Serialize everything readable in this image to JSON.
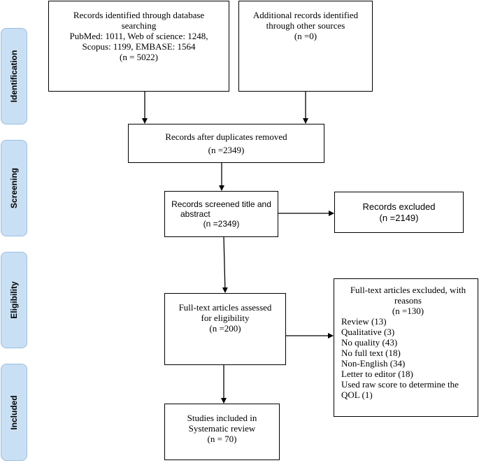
{
  "phases": {
    "identification": "Identification",
    "screening": "Screening",
    "eligibility": "Eligibility",
    "included": "Included"
  },
  "boxes": {
    "database_records": {
      "lines": [
        "Records identified through database",
        "searching",
        "PubMed: 1011, Web of science: 1248,",
        "Scopus: 1199, EMBASE: 1564",
        "(n = 5022)"
      ]
    },
    "other_records": {
      "lines": [
        "Additional records identified",
        "through other sources",
        "(n =0)"
      ]
    },
    "after_duplicates": {
      "lines": [
        "Records after duplicates removed",
        "(n =2349)"
      ]
    },
    "screened": {
      "lines": [
        "Records screened title and",
        "abstract",
        "(n =2349)"
      ]
    },
    "excluded": {
      "lines": [
        "Records excluded",
        "(n =2149)"
      ]
    },
    "fulltext_assessed": {
      "lines": [
        "Full-text articles assessed",
        "for eligibility",
        "(n =200)"
      ]
    },
    "fulltext_excluded": {
      "header": [
        "Full-text articles excluded, with",
        "reasons",
        "(n =130)"
      ],
      "reasons": [
        "Review (13)",
        "Qualitative (3)",
        "No quality (43)",
        "No full text (18)",
        "Non-English (34)",
        "Letter to editor (18)",
        "Used raw score to determine the",
        "QOL (1)"
      ]
    },
    "included_studies": {
      "lines": [
        "Studies included in",
        "Systematic review",
        "(n = 70)"
      ]
    }
  },
  "colors": {
    "phase_fill": "#c9dff3",
    "phase_border": "#9cbfe2",
    "box_border": "#000000"
  }
}
